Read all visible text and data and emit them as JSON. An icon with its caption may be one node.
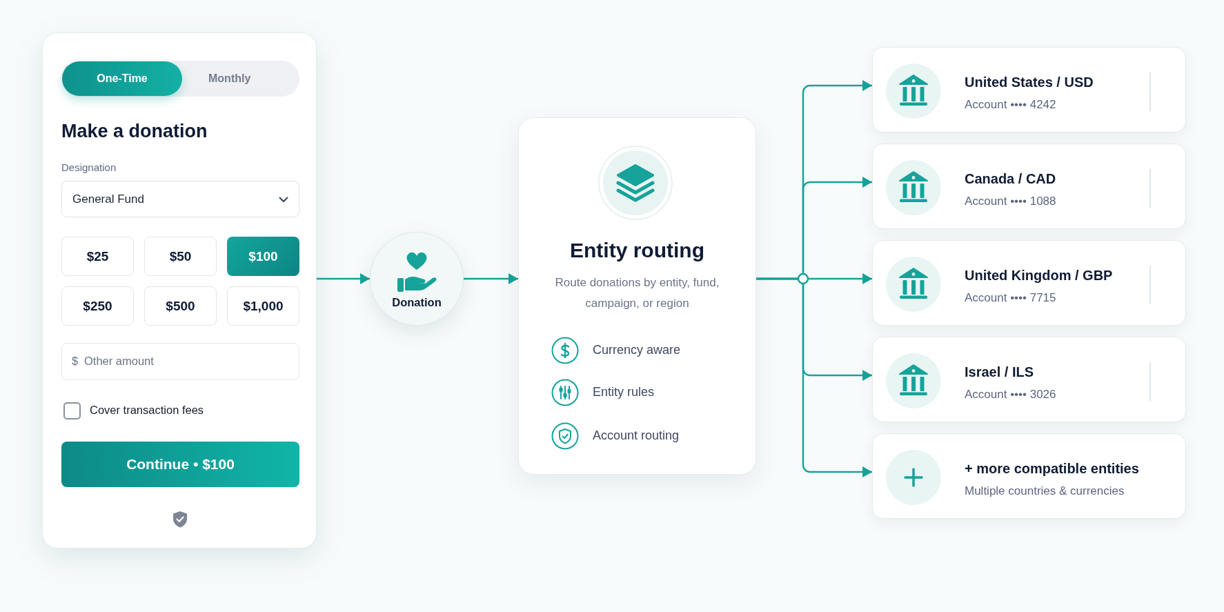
{
  "diagram": {
    "nodes": [
      {
        "text": [
          "Make a donation",
          "Designation",
          "Cover transaction fees"
        ]
      },
      {
        "text": [
          "Monthly"
        ],
        "in": 0
      },
      {
        "text": [
          "One-Time"
        ],
        "in": 1
      },
      {
        "text": [
          "General Fund"
        ],
        "in": 0
      },
      {
        "text": [
          "$25"
        ],
        "in": 0
      },
      {
        "text": [
          "$50"
        ],
        "in": 0
      },
      {
        "text": [
          "$100"
        ],
        "in": 0
      },
      {
        "text": [
          "$250"
        ],
        "in": 0
      },
      {
        "text": [
          "$500"
        ],
        "in": 0
      },
      {
        "text": [
          "$1,000"
        ],
        "in": 0
      },
      {
        "text": [
          "$",
          "Other amount"
        ],
        "in": 0
      },
      {
        "text": [
          "Continue • $100"
        ],
        "in": 0
      },
      {
        "text": [
          "Donation"
        ]
      },
      {
        "text": [
          "Entity routing",
          "Route donations by entity, fund, campaign, or region",
          "Currency aware",
          "Entity rules",
          "Account routing"
        ]
      },
      {
        "text": [
          "United States / USD",
          "Account •••• 4242"
        ]
      },
      {
        "text": [
          "Canada / CAD",
          "Account •••• 1088"
        ]
      },
      {
        "text": [
          "United Kingdom / GBP",
          "Account •••• 7715"
        ]
      },
      {
        "text": [
          "Israel / ILS",
          "Account •••• 3026"
        ]
      },
      {
        "text": [
          "+ more compatible entities",
          "Multiple countries & currencies"
        ]
      }
    ],
    "edges": [
      {
        "from": 0,
        "to": 12,
        "arrow": "to"
      },
      {
        "from": 12,
        "to": 13,
        "arrow": "to"
      },
      {
        "from": 13,
        "to": 14,
        "arrow": "to"
      },
      {
        "from": 13,
        "to": 15,
        "arrow": "to"
      },
      {
        "from": 13,
        "to": 16,
        "arrow": "to"
      },
      {
        "from": 13,
        "to": 17,
        "arrow": "to"
      },
      {
        "from": 13,
        "to": 18,
        "arrow": "to"
      }
    ]
  }
}
